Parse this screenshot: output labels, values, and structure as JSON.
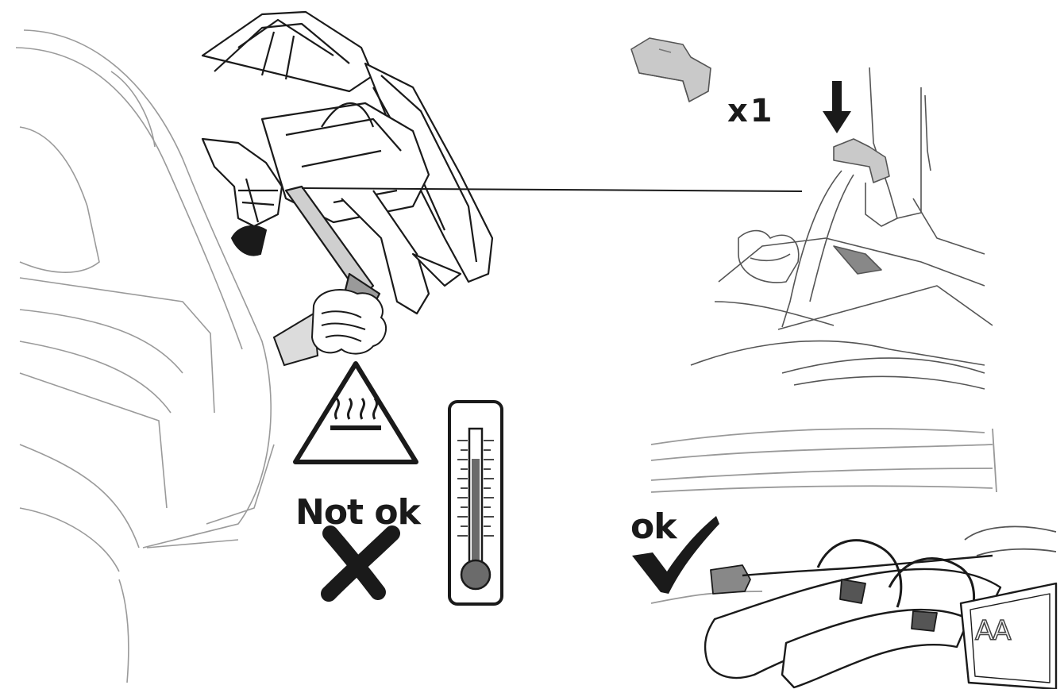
{
  "labels": {
    "quantity": "x1",
    "not_ok": "Not ok",
    "ok": "ok",
    "plate": "AA"
  },
  "icons": {
    "warning": "hot-surface-warning-icon",
    "thermometer": "thermometer-icon",
    "cross": "cross-mark-icon",
    "check": "check-mark-icon",
    "arrow": "arrow-down-icon"
  },
  "colors": {
    "ink": "#1a1a1a",
    "part_fill": "#c9c9c9",
    "line": "#888888",
    "mercury": "#6b6b6b"
  }
}
